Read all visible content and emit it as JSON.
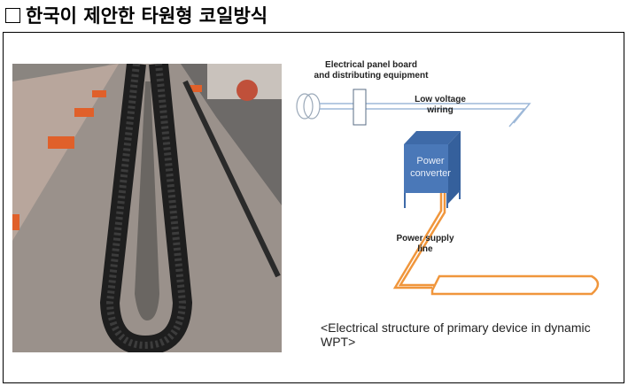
{
  "title": "한국이 제안한 타원형 코일방식",
  "diagram": {
    "panel_label_1": "Electrical panel board",
    "panel_label_2": "and distributing equipment",
    "low_voltage_1": "Low voltage",
    "low_voltage_2": "wiring",
    "converter_1": "Power",
    "converter_2": "converter",
    "supply_line": "Power supply line",
    "caption": "<Electrical structure of primary device in dynamic WPT>"
  },
  "colors": {
    "converter": "#4a78b8",
    "supply": "#f0963c",
    "wiring": "#9db8d8"
  }
}
